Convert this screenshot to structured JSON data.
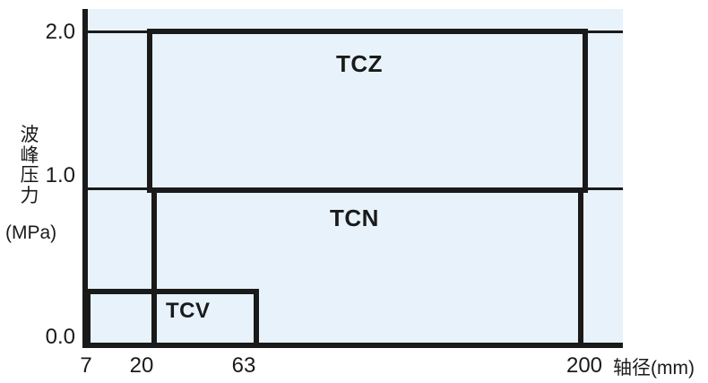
{
  "chart_data": {
    "type": "bar",
    "title": "",
    "subtitle": "",
    "xlabel": "轴径(mm)",
    "ylabel": "波峰压力",
    "yunit": "(MPa)",
    "ylabel_chars": [
      "波",
      "峰",
      "压",
      "力"
    ],
    "xlim": [
      7,
      200
    ],
    "ylim": [
      0.0,
      2.0
    ],
    "x_scale": "log",
    "grid": true,
    "legend": "none",
    "x_ticks": [
      {
        "label": "7",
        "value": 7
      },
      {
        "label": "20",
        "value": 20
      },
      {
        "label": "63",
        "value": 63
      },
      {
        "label": "200",
        "value": 200
      }
    ],
    "y_ticks": [
      {
        "label": "0.0",
        "value": 0.0
      },
      {
        "label": "1.0",
        "value": 1.0
      },
      {
        "label": "2.0",
        "value": 2.0
      }
    ],
    "gridlines_y": [
      1.0,
      2.0
    ],
    "regions": [
      {
        "name": "TCZ",
        "label": "TCZ",
        "x_range": [
          20,
          200
        ],
        "y_range": [
          0.93,
          2.0
        ],
        "description": "Upper region spanning 20 to 200 mm shaft diameter, 0.93 to 2.0 MPa peak pressure"
      },
      {
        "name": "TCN",
        "label": "TCN",
        "x_range": [
          20,
          200
        ],
        "y_range": [
          0.0,
          0.93
        ],
        "description": "Middle region spanning 20 to 200 mm shaft diameter, 0.0 to 0.93 MPa peak pressure"
      },
      {
        "name": "TCV",
        "label": "TCV",
        "x_range": [
          7,
          63
        ],
        "y_range": [
          0.0,
          0.34
        ],
        "description": "Lower left region spanning 7 to 63 mm shaft diameter, 0.0 to 0.34 MPa peak pressure"
      }
    ],
    "colors": {
      "plot_background": "#e7f2fb",
      "line": "#1a1a1a",
      "text": "#1a1a1a",
      "page_background": "#ffffff"
    }
  }
}
